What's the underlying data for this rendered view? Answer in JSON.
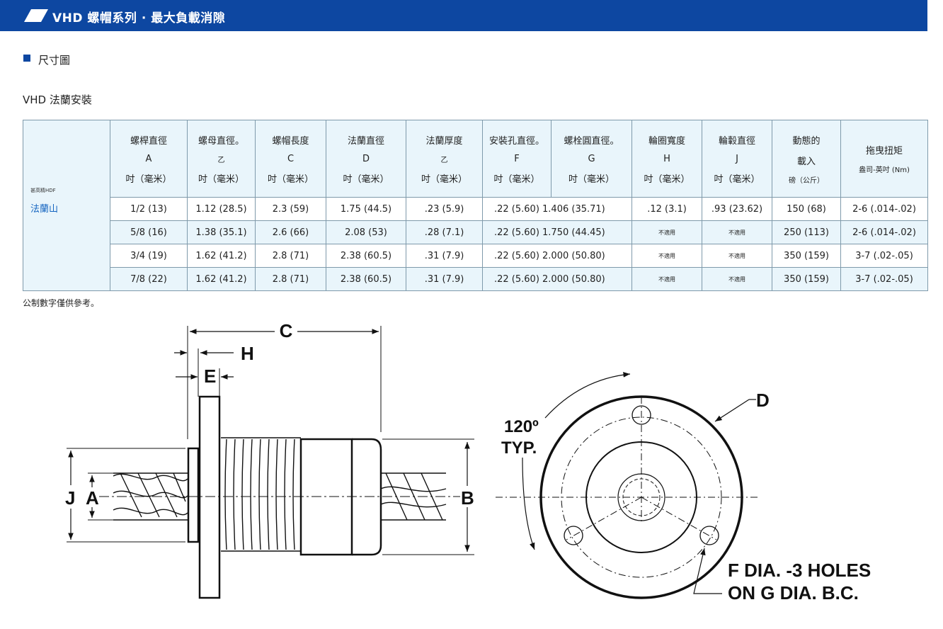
{
  "banner": {
    "title": "VHD 螺帽系列 · 最大負載消隙",
    "accent": "#0d47a1"
  },
  "section": {
    "title": "尺寸圖"
  },
  "subtitle": "VHD 法蘭安裝",
  "table": {
    "side_small": "甚高精HDF",
    "side_name": "法蘭山",
    "headers": [
      {
        "l1": "螺桿直徑",
        "l2": "A",
        "l3": "吋（毫米）"
      },
      {
        "l1": "螺母直徑。",
        "l2": "乙",
        "l3": "吋（毫米）"
      },
      {
        "l1": "螺帽長度",
        "l2": "C",
        "l3": "吋（毫米）"
      },
      {
        "l1": "法蘭直徑",
        "l2": "D",
        "l3": "吋（毫米）"
      },
      {
        "l1": "法蘭厚度",
        "l2": "乙",
        "l3": "吋（毫米）"
      },
      {
        "l1": "安裝孔直徑。",
        "l2": "F",
        "l3": "吋（毫米）"
      },
      {
        "l1": "螺栓圓直徑。",
        "l2": "G",
        "l3": "吋（毫米）"
      },
      {
        "l1": "輪圈寬度",
        "l2": "H",
        "l3": "吋（毫米）"
      },
      {
        "l1": "輪轂直徑",
        "l2": "J",
        "l3": "吋（毫米）"
      },
      {
        "l1": "動態的",
        "l2": "載入",
        "l3": "磅（公斤）"
      },
      {
        "l1": "拖曳扭矩",
        "l2": "盎司-英吋 (Nm)",
        "l3": ""
      }
    ],
    "rows": [
      [
        "1/2 (13)",
        "1.12 (28.5)",
        "2.3 (59)",
        "1.75 (44.5)",
        ".23 (5.9)",
        ".22 (5.60) 1.406 (35.71)",
        "",
        ".12 (3.1)",
        ".93 (23.62)",
        "150 (68)",
        "2-6 (.014-.02)"
      ],
      [
        "5/8 (16)",
        "1.38 (35.1)",
        "2.6 (66)",
        "2.08 (53)",
        ".28 (7.1)",
        ".22 (5.60) 1.750 (44.45)",
        "",
        "不適用",
        "不適用",
        "250 (113)",
        "2-6 (.014-.02)"
      ],
      [
        "3/4 (19)",
        "1.62 (41.2)",
        "2.8 (71)",
        "2.38 (60.5)",
        ".31 (7.9)",
        ".22 (5.60) 2.000 (50.80)",
        "",
        "不適用",
        "不適用",
        "350 (159)",
        "3-7 (.02-.05)"
      ],
      [
        "7/8 (22)",
        "1.62 (41.2)",
        "2.8 (71)",
        "2.38 (60.5)",
        ".31 (7.9)",
        ".22 (5.60) 2.000 (50.80)",
        "",
        "不適用",
        "不適用",
        "350 (159)",
        "3-7 (.02-.05)"
      ]
    ],
    "na_text": "不適用"
  },
  "note": "公制數字僅供參考。",
  "drawing": {
    "label_c": "C",
    "label_h": "H",
    "label_e": "E",
    "label_j": "J",
    "label_a": "A",
    "label_b": "B",
    "label_d": "D",
    "angle_1": "120º",
    "angle_2": "TYP.",
    "holes_1": "F DIA. -3 HOLES",
    "holes_2": "ON G DIA. B.C."
  }
}
